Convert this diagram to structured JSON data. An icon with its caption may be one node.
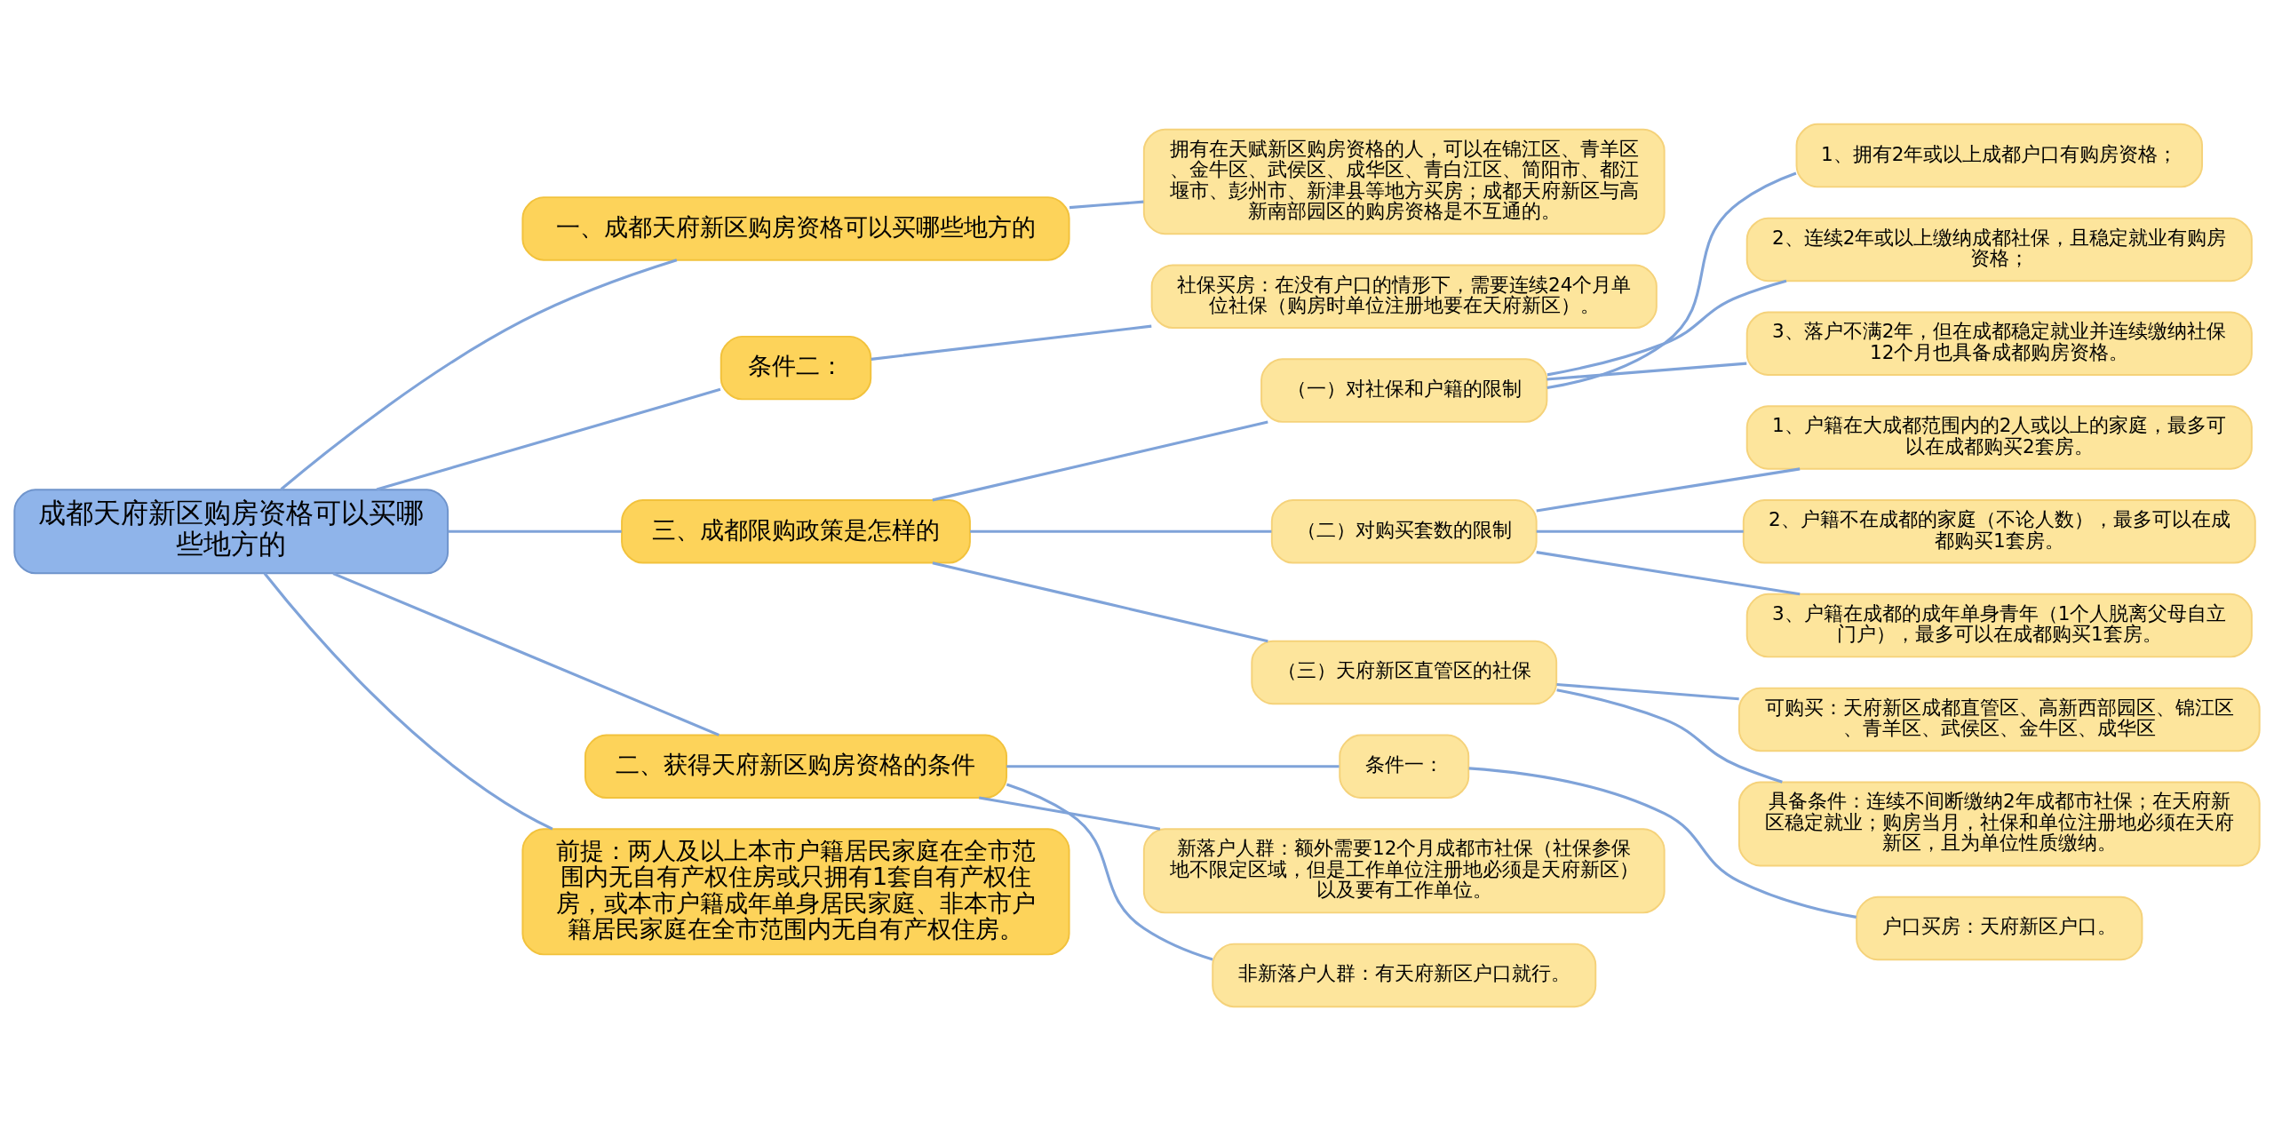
{
  "diagram": {
    "nodes": [
      {
        "text": [
          "成都天府新区购房资格可以买哪些地方的"
        ]
      },
      {
        "text": [
          "一、成都天府新区购房资格可以买哪些地方的"
        ]
      },
      {
        "text": [
          "拥有在天赋新区购房资格的人，可以在锦江区、青羊区、金牛区、武侯区、成华区、青白江区、简阳市、都江堰市、彭州市、新津县等地方买房；成都天府新区与高新南部园区的购房资格是不互通的。"
        ]
      },
      {
        "text": [
          "条件二："
        ]
      },
      {
        "text": [
          "社保买房：在没有户口的情形下，需要连续24个月单位社保（购房时单位注册地要在天府新区）。"
        ]
      },
      {
        "text": [
          "三、成都限购政策是怎样的"
        ]
      },
      {
        "text": [
          "（一）对社保和户籍的限制"
        ]
      },
      {
        "text": [
          "1、拥有2年或以上成都户口有购房资格；"
        ]
      },
      {
        "text": [
          "2、连续2年或以上缴纳成都社保，且稳定就业有购房资格；"
        ]
      },
      {
        "text": [
          "3、落户不满2年，但在成都稳定就业并连续缴纳社保12个月也具备成都购房资格。"
        ]
      },
      {
        "text": [
          "（二）对购买套数的限制"
        ]
      },
      {
        "text": [
          "1、户籍在大成都范围内的2人或以上的家庭，最多可以在成都购买2套房。"
        ]
      },
      {
        "text": [
          "2、户籍不在成都的家庭（不论人数），最多可以在成都购买1套房。"
        ]
      },
      {
        "text": [
          "3、户籍在成都的成年单身青年（1个人脱离父母自立门户），最多可以在成都购买1套房。"
        ]
      },
      {
        "text": [
          "（三）天府新区直管区的社保"
        ]
      },
      {
        "text": [
          "可购买：天府新区成都直管区、高新西部园区、锦江区、青羊区、武侯区、金牛区、成华区"
        ]
      },
      {
        "text": [
          "具备条件：连续不间断缴纳2年成都市社保；在天府新区稳定就业；购房当月，社保和单位注册地必须在天府新区，且为单位性质缴纳。"
        ]
      },
      {
        "text": [
          "二、获得天府新区购房资格的条件"
        ]
      },
      {
        "text": [
          "条件一："
        ]
      },
      {
        "text": [
          "户口买房：天府新区户口。"
        ]
      },
      {
        "text": [
          "新落户人群：额外需要12个月成都市社保（社保参保地不限定区域，但是工作单位注册地必须是天府新区）以及要有工作单位。"
        ]
      },
      {
        "text": [
          "非新落户人群：有天府新区户口就行。"
        ]
      },
      {
        "text": [
          "前提：两人及以上本市户籍居民家庭在全市范围内无自有产权住房或只拥有1套自有产权住房，或本市户籍成年单身居民家庭、非本市户籍居民家庭在全市范围内无自有产权住房。"
        ]
      }
    ],
    "edges": [
      {
        "from": 0,
        "to": 1,
        "arrow": "none"
      },
      {
        "from": 1,
        "to": 2,
        "arrow": "none"
      },
      {
        "from": 0,
        "to": 3,
        "arrow": "none"
      },
      {
        "from": 3,
        "to": 4,
        "arrow": "none"
      },
      {
        "from": 0,
        "to": 5,
        "arrow": "none"
      },
      {
        "from": 5,
        "to": 6,
        "arrow": "none"
      },
      {
        "from": 6,
        "to": 7,
        "arrow": "none"
      },
      {
        "from": 6,
        "to": 8,
        "arrow": "none"
      },
      {
        "from": 6,
        "to": 9,
        "arrow": "none"
      },
      {
        "from": 5,
        "to": 10,
        "arrow": "none"
      },
      {
        "from": 10,
        "to": 11,
        "arrow": "none"
      },
      {
        "from": 10,
        "to": 12,
        "arrow": "none"
      },
      {
        "from": 10,
        "to": 13,
        "arrow": "none"
      },
      {
        "from": 5,
        "to": 14,
        "arrow": "none"
      },
      {
        "from": 14,
        "to": 15,
        "arrow": "none"
      },
      {
        "from": 14,
        "to": 16,
        "arrow": "none"
      },
      {
        "from": 0,
        "to": 17,
        "arrow": "none"
      },
      {
        "from": 17,
        "to": 18,
        "arrow": "none"
      },
      {
        "from": 18,
        "to": 19,
        "arrow": "none"
      },
      {
        "from": 17,
        "to": 20,
        "arrow": "none"
      },
      {
        "from": 17,
        "to": 21,
        "arrow": "none"
      },
      {
        "from": 0,
        "to": 22,
        "arrow": "none"
      }
    ]
  }
}
